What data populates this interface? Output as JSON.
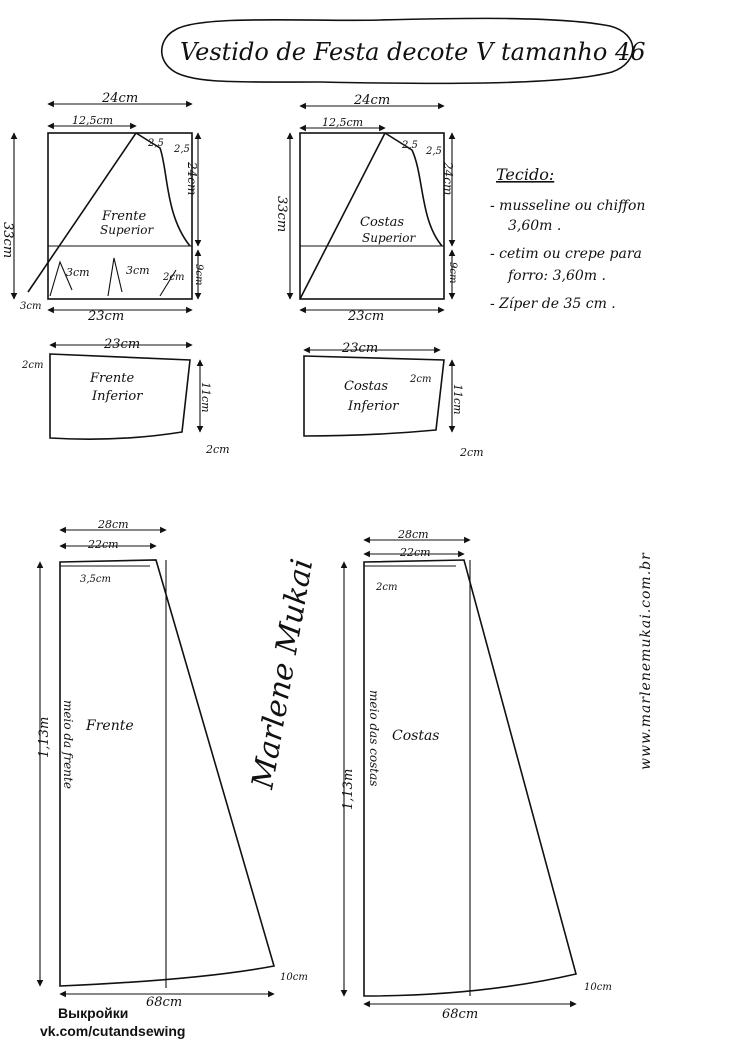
{
  "title": "Vestido de Festa decote V tamanho 46",
  "fabric": {
    "heading": "Tecido:",
    "lines": [
      "- musseline ou chiffon",
      "3,60m .",
      "- cetim ou crepe para",
      "forro: 3,60m .",
      "- Zíper de 35 cm ."
    ]
  },
  "pieces": {
    "frente_superior": {
      "name1": "Frente",
      "name2": "Superior",
      "width": "24cm",
      "neck": "12,5cm",
      "shoulder": "2,5",
      "shoulder2": "2,5",
      "height": "33cm",
      "armhole": "24cm",
      "side": "9cm",
      "bottom": "23cm",
      "dart1": "3cm",
      "dart2": "3cm",
      "dart3": "2cm",
      "corner": "3cm"
    },
    "costas_superior": {
      "name1": "Costas",
      "name2": "Superior",
      "width": "24cm",
      "neck": "12,5cm",
      "shoulder": "2,5",
      "shoulder2": "2,5",
      "height": "33cm",
      "armhole": "24cm",
      "side": "9cm",
      "bottom": "23cm"
    },
    "frente_inferior": {
      "name1": "Frente",
      "name2": "Inferior",
      "width": "23cm",
      "left": "2cm",
      "height": "11cm",
      "corner": "2cm"
    },
    "costas_inferior": {
      "name1": "Costas",
      "name2": "Inferior",
      "width": "23cm",
      "inner": "2cm",
      "height": "11cm",
      "corner": "2cm"
    },
    "frente_saia": {
      "name": "Frente",
      "top_outer": "28cm",
      "top_inner": "22cm",
      "corner": "3,5cm",
      "length": "1,13m",
      "fold": "meio da frente",
      "hem": "10cm",
      "bottom": "68cm"
    },
    "costas_saia": {
      "name": "Costas",
      "top_outer": "28cm",
      "top_inner": "22cm",
      "corner": "2cm",
      "length": "1,13m",
      "fold": "meio das costas",
      "hem": "10cm",
      "bottom": "68cm"
    }
  },
  "signature": "Marlene Mukai",
  "website": "www.marlenemukai.com.br",
  "watermark": {
    "line1": "Выкройки",
    "line2": "vk.com/cutandsewing"
  }
}
